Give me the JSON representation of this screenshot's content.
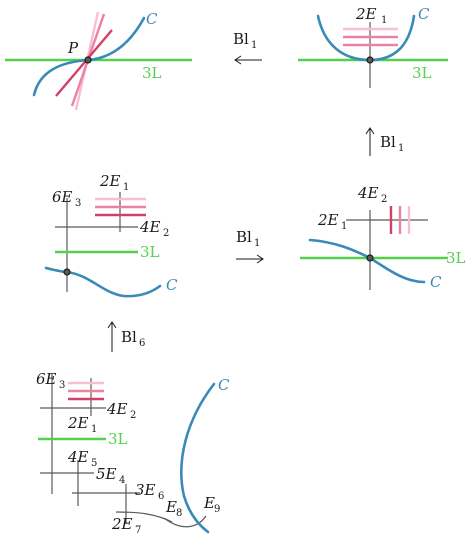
{
  "labels": {
    "C": "C",
    "P": "P",
    "L3": "3L",
    "E1_2": "2E",
    "E2_4": "4E",
    "E3_6": "6E",
    "E4_5": "5E",
    "E5_4": "4E",
    "E6_3": "3E",
    "E7_2": "2E",
    "E8": "E",
    "E9": "E",
    "bl": "Bl"
  },
  "subs": {
    "s1": "1",
    "s2": "2",
    "s3": "3",
    "s4": "4",
    "s5": "5",
    "s6": "6",
    "s7": "7",
    "s8": "8",
    "s9": "9"
  },
  "colors": {
    "curve": "#3a8ab8",
    "line_3L": "#55d04a",
    "exceptional_dark": "#d2406a",
    "exceptional_mid": "#eb82a1",
    "exceptional_light": "#f7c0cf"
  }
}
